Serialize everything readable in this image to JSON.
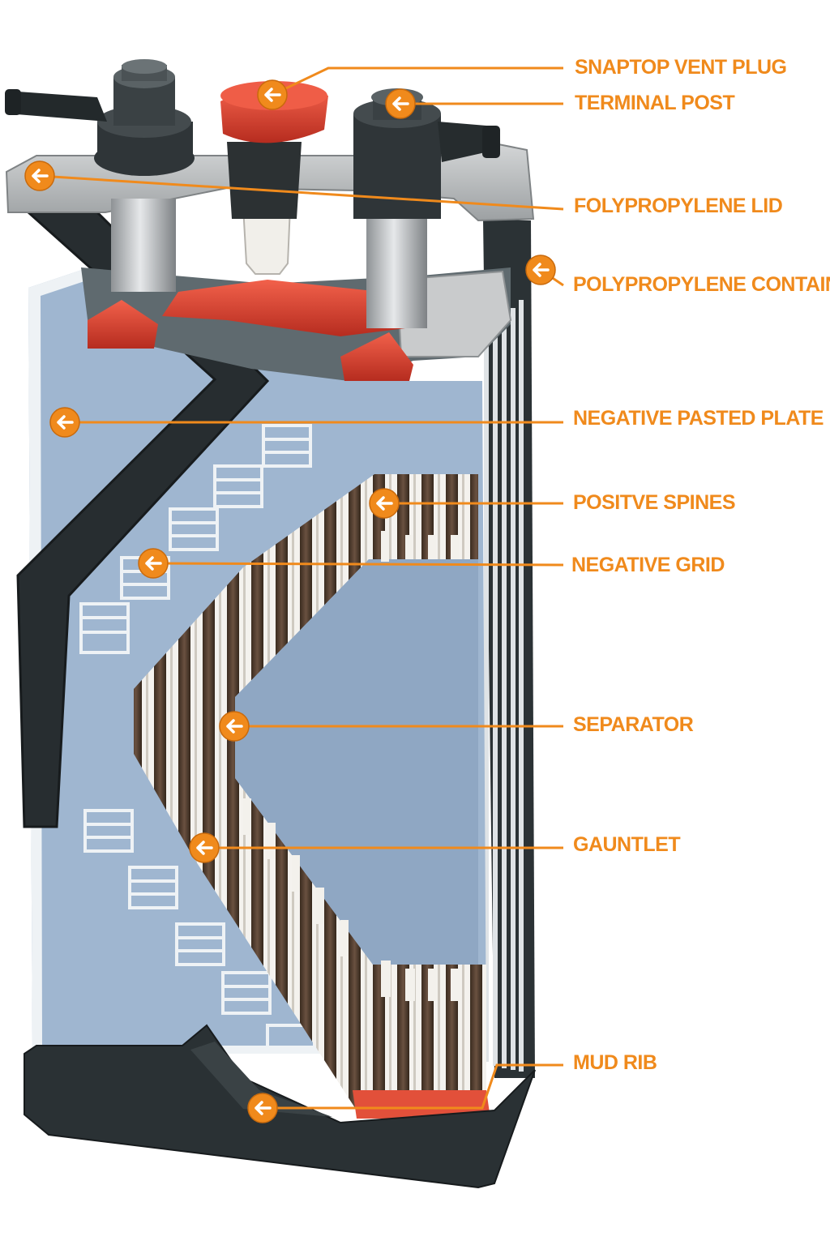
{
  "colors": {
    "accent": "#f08a1c",
    "plate_blue": "#9fb6d0",
    "grid_white": "#eef2f5",
    "container_dark": "#2b3235",
    "lid_grey": "#b9bcbe",
    "red_part": "#d63a2b",
    "gauntlet_brown": "#4e3b2c",
    "separator_white": "#f3f1ec"
  },
  "callouts": [
    {
      "id": "snaptop-vent-plug",
      "label": "SNAPTOP VENT PLUG",
      "icon": "arrow-left-icon"
    },
    {
      "id": "terminal-post",
      "label": "TERMINAL POST",
      "icon": "arrow-left-icon"
    },
    {
      "id": "polypropylene-lid",
      "label": "FOLYPROPYLENE LID",
      "icon": "arrow-left-icon"
    },
    {
      "id": "polypropylene-container",
      "label": "POLYPROPYLENE CONTAINER",
      "icon": "arrow-left-icon"
    },
    {
      "id": "negative-pasted-plate",
      "label": "NEGATIVE PASTED PLATE",
      "icon": "arrow-left-icon"
    },
    {
      "id": "positive-spines",
      "label": "POSITVE SPINES",
      "icon": "arrow-left-icon"
    },
    {
      "id": "negative-grid",
      "label": "NEGATIVE GRID",
      "icon": "arrow-left-icon"
    },
    {
      "id": "separator",
      "label": "SEPARATOR",
      "icon": "arrow-left-icon"
    },
    {
      "id": "gauntlet",
      "label": "GAUNTLET",
      "icon": "arrow-left-icon"
    },
    {
      "id": "mud-rib",
      "label": "MUD RIB",
      "icon": "arrow-left-icon"
    }
  ]
}
